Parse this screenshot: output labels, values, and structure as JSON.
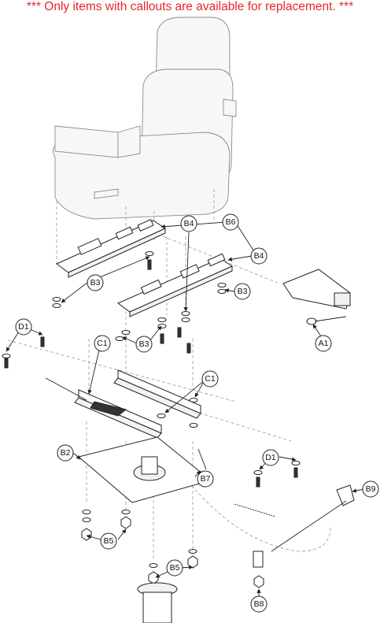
{
  "notice": "*** Only items with callouts are available for replacement. ***",
  "callouts": {
    "B6": "B6",
    "B4_top": "B4",
    "B4_right": "B4",
    "B3_left": "B3",
    "B3_right": "B3",
    "B3_mid": "B3",
    "A1": "A1",
    "D1_left": "D1",
    "C1_left": "C1",
    "C1_right": "C1",
    "B2": "B2",
    "D1_right": "D1",
    "B7": "B7",
    "B9": "B9",
    "B5_left": "B5",
    "B5_bottom": "B5",
    "B8": "B8"
  }
}
